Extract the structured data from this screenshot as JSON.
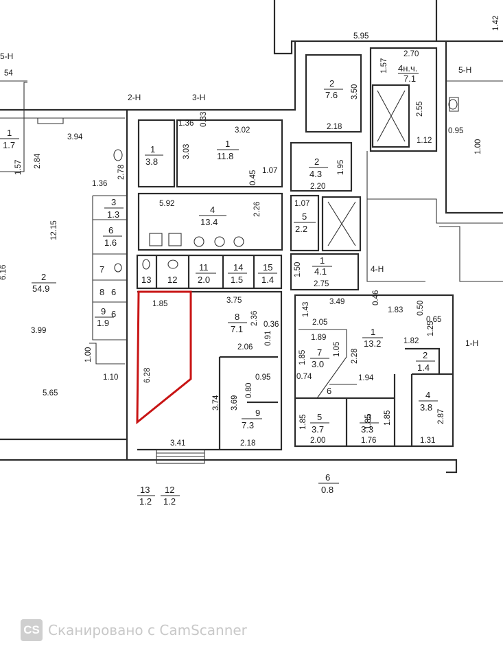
{
  "plan": {
    "dims": [
      "5.95",
      "2.70",
      "1.57",
      "3.50",
      "2.55",
      "1.12",
      "0.95",
      "1.00",
      "1.42",
      "3.94",
      "2.84",
      "1.57",
      "2.78",
      "1.36",
      "12.15",
      "6.16",
      "3.99",
      "1.00",
      "1.10",
      "5.65",
      "1.36",
      "0.33",
      "3.02",
      "3.03",
      "1.07",
      "0.45",
      "1.95",
      "2.20",
      "2.18",
      "5.92",
      "2.26",
      "1.07",
      "1.50",
      "2.75",
      "1.85",
      "3.75",
      "2.36",
      "0.36",
      "0.91",
      "2.06",
      "6.28",
      "3.74",
      "3.69",
      "0.80",
      "0.95",
      "2.18",
      "3.41",
      "3.49",
      "0.46",
      "1.83",
      "0.50",
      "0.65",
      "1.25",
      "1.43",
      "2.05",
      "1.89",
      "1.05",
      "1.85",
      "0.74",
      "2.28",
      "1.82",
      "1.94",
      "1.85",
      "2.87",
      "1.85",
      "2.00",
      "1.85",
      "1.76",
      "1.31"
    ],
    "rooms": [
      {
        "num": "2",
        "area": "7.6"
      },
      {
        "num": "4н.ч.",
        "area": "7.1"
      },
      {
        "num": "1",
        "area": "3.8"
      },
      {
        "num": "1",
        "area": "11.8"
      },
      {
        "num": "2",
        "area": "4.3"
      },
      {
        "num": "1",
        "area": "1.7"
      },
      {
        "num": "2",
        "area": "54.9"
      },
      {
        "num": "3",
        "area": "1.3"
      },
      {
        "num": "6",
        "area": "1.6"
      },
      {
        "num": "4",
        "area": "13.4"
      },
      {
        "num": "5",
        "area": "2.2"
      },
      {
        "num": "1",
        "area": "4.1"
      },
      {
        "num": "11",
        "area": "2.0"
      },
      {
        "num": "14",
        "area": "1.5"
      },
      {
        "num": "15",
        "area": "1.4"
      },
      {
        "num": "9",
        "area": "1.9"
      },
      {
        "num": "8",
        "area": "7.1"
      },
      {
        "num": "9",
        "area": "7.3"
      },
      {
        "num": "7",
        "area": "3.0"
      },
      {
        "num": "1",
        "area": "13.2"
      },
      {
        "num": "2",
        "area": "1.4"
      },
      {
        "num": "4",
        "area": "3.8"
      },
      {
        "num": "5",
        "area": "3.7"
      },
      {
        "num": "3",
        "area": "3.3"
      },
      {
        "num": "6",
        "area": "0.8"
      },
      {
        "num": "13",
        "area": "1.2"
      },
      {
        "num": "12",
        "area": "1.2"
      }
    ],
    "room_numbers": [
      "7",
      "8",
      "13",
      "12",
      "6",
      "6",
      "6"
    ],
    "stairs": [
      "5-Н",
      "2-Н",
      "3-Н",
      "5-Н",
      "4-Н",
      "1-Н"
    ],
    "top_left_label": "54",
    "accent_color": "#c81414"
  },
  "footer": {
    "logo": "CS",
    "text": "Сканировано с CamScanner"
  }
}
